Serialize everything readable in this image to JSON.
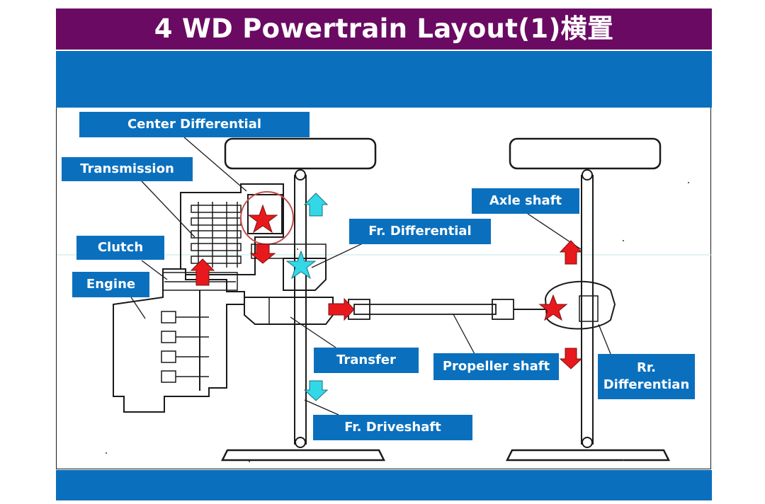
{
  "slide": {
    "title": "4 WD Powertrain Layout(1)横置",
    "colors": {
      "title_bg": "#6a0a63",
      "band": "#0a70be",
      "label_bg": "#0a70be",
      "label_text": "#ffffff"
    }
  },
  "labels": {
    "center_differential": "Center Differential",
    "transmission": "Transmission",
    "clutch": "Clutch",
    "engine": "Engine",
    "fr_differential": "Fr. Differential",
    "axle_shaft": "Axle shaft",
    "transfer": "Transfer",
    "propeller_shaft": "Propeller shaft",
    "rr_differential_line1": "Rr.",
    "rr_differential_line2": "Differentian",
    "fr_driveshaft": "Fr. Driveshaft"
  },
  "markers": {
    "red_star_color": "#e8191c",
    "cyan_star_color": "#33d8e8",
    "red_arrow_color": "#e8191c",
    "cyan_arrow_color": "#33d8e8"
  }
}
